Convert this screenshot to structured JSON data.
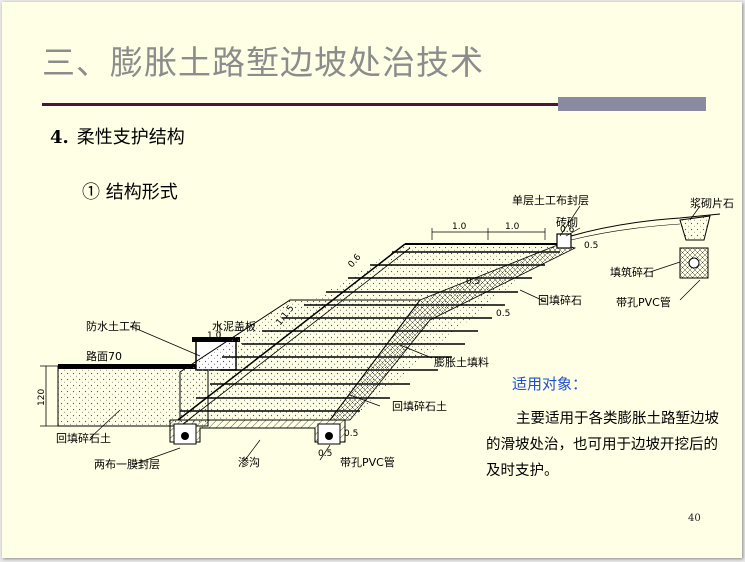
{
  "slide": {
    "title": "三、膨胀土路堑边坡处治技术",
    "section_number": "4.",
    "section_label": "柔性支护结构",
    "subsection": "① 结构形式",
    "note_title": "适用对象：",
    "note_body": "主要适用于各类膨胀土路堑边坡的滑坡处治，也可用于边坡开挖后的及时支护。",
    "page_number": "40"
  },
  "diagram": {
    "labels": {
      "single_layer_geotextile": "单层土工布封层",
      "brick_masonry": "砖砌",
      "mortar_stone": "浆砌片石",
      "fill_gravel": "填筑碎石",
      "perforated_pvc_top": "带孔PVC管",
      "backfill_gravel_upper": "回填碎石",
      "waterproof_geotextile": "防水土工布",
      "cement_cover": "水泥盖板",
      "road_surface": "路面70",
      "expansive_fill": "膨胀土填料",
      "backfill_gravel_soil": "回填碎石土",
      "backfill_gravel_soil_left": "回填碎石土",
      "two_cloth_membrane": "两布一膜封层",
      "seepage_ditch": "渗沟",
      "perforated_pvc_bottom": "带孔PVC管"
    },
    "dims": {
      "d1": "1.0",
      "d2": "1.0",
      "d06a": "0.6",
      "d05a": "0.5",
      "d05b": "0.5",
      "d05c": "0.5",
      "d05d": "0.5",
      "d05e": "0.5",
      "d06b": "0.6",
      "d10": "1.0",
      "slope": "1:1.5",
      "h120": "120"
    }
  }
}
